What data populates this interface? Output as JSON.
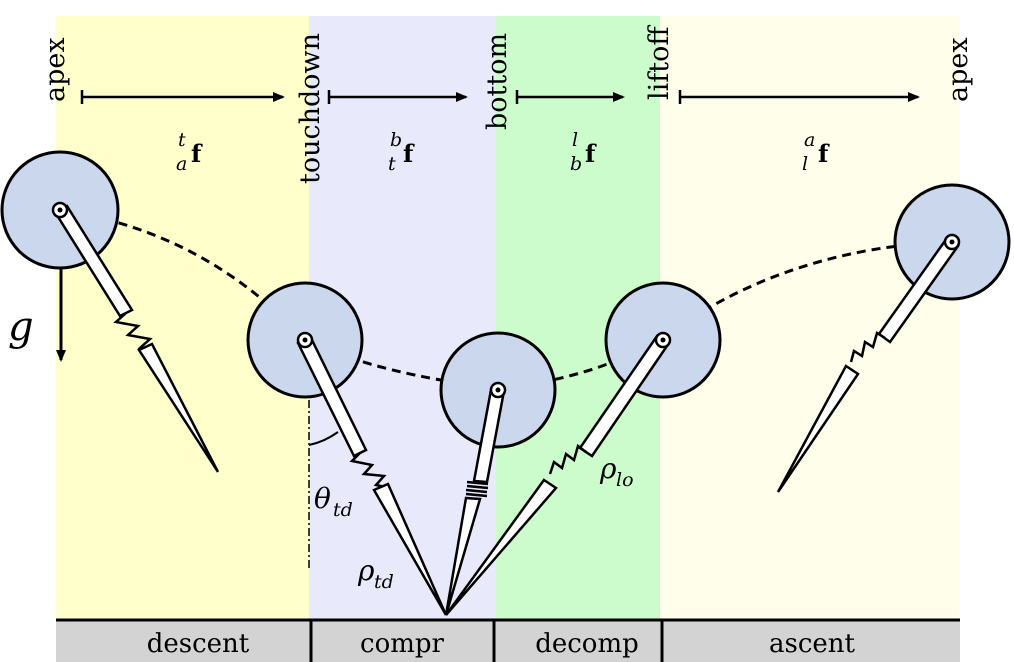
{
  "events": {
    "apex_start": "apex",
    "touchdown": "touchdown",
    "bottom": "bottom",
    "liftoff": "liftoff",
    "apex_end": "apex"
  },
  "maps": [
    {
      "sup": "t",
      "sub": "a",
      "f": "f"
    },
    {
      "sup": "b",
      "sub": "t",
      "f": "f"
    },
    {
      "sup": "l",
      "sub": "b",
      "f": "f"
    },
    {
      "sup": "a",
      "sub": "l",
      "f": "f"
    }
  ],
  "phases": {
    "descent": "descent",
    "compr": "compr",
    "decomp": "decomp",
    "ascent": "ascent"
  },
  "symbols": {
    "gravity": "g",
    "theta": "θ",
    "theta_sub": "td",
    "rho_td": "ρ",
    "rho_td_sub": "td",
    "rho_lo": "ρ",
    "rho_lo_sub": "lo"
  },
  "colors": {
    "descent": "#ffffcc",
    "compr": "#e8eafc",
    "decomp": "#ccfccc",
    "ascent": "#fefeea",
    "body": "#cbd7ec",
    "bar": "#d3d3d3"
  }
}
